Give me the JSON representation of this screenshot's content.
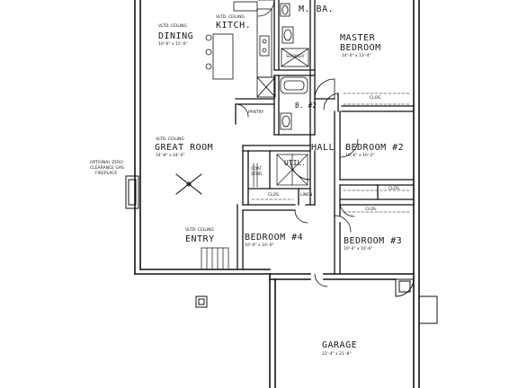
{
  "rooms": {
    "master_bath": "M. BA.",
    "master_bedroom_line1": "MASTER",
    "master_bedroom_line2": "BEDROOM",
    "master_bedroom_dim": "14'-0\" x 13'-4\"",
    "kitchen_ceiling": "VLTD. CEILING",
    "kitchen": "KITCH.",
    "dining_ceiling": "VLTD. CEILING",
    "dining": "DINING",
    "dining_dim": "10'-6\" x 15'-0\"",
    "shower": "SHOWER",
    "clos_master": "CLOS.",
    "pantry": "PANTRY",
    "bath2": "B. #2",
    "great_room_ceiling": "VLTD. CEILING",
    "great_room": "GREAT ROOM",
    "great_room_dim": "14'-8\" x 24'-4\"",
    "hall": "HALL",
    "bedroom2": "BEDROOM #2",
    "bedroom2_dim": "10'-6\" x 10'-2\"",
    "fireplace_line1": "OPTIONAL ZERO",
    "fireplace_line2": "CLEARANCE GAS",
    "fireplace_line3": "FIREPLACE",
    "coat_line1": "COAT",
    "coat_line2": "STOR.",
    "util": "UTIL.",
    "clos_hall": "CLOS.",
    "linen": "LINEN",
    "clos_bed2": "CLOS.",
    "clos_bed3": "CLOS.",
    "entry_ceiling": "VLTD. CEILING",
    "entry": "ENTRY",
    "bedroom4": "BEDROOM #4",
    "bedroom4_dim": "10'-0\" x 10'-0\"",
    "bedroom3": "BEDROOM #3",
    "bedroom3_dim": "10'-4\" x 10'-6\"",
    "garage": "GARAGE",
    "garage_dim": "22'-4\" x 21'-8\""
  }
}
